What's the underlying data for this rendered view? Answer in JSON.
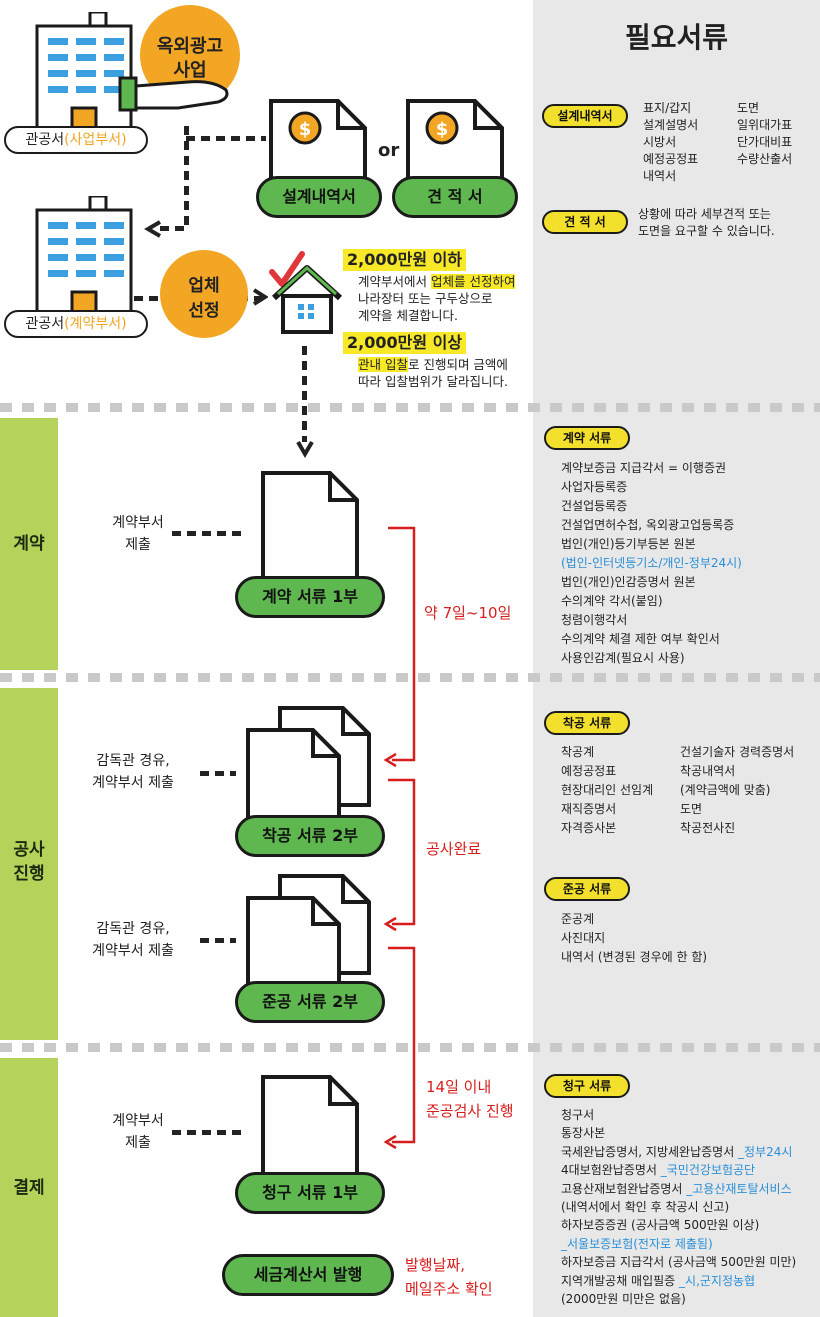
{
  "panel_title": "필요서류",
  "top": {
    "bubble_line1": "옥외광고",
    "bubble_line2": "사업",
    "office1_prefix": "관공서",
    "office1_suffix": "(사업부서)",
    "office2_prefix": "관공서",
    "office2_suffix": "(계약부서)",
    "design_doc": "설계내역서",
    "or_text": "or",
    "estimate_doc": "견 적 서",
    "select_line1": "업체",
    "select_line2": "선정",
    "under_amount": "2,000만원 이하",
    "under_text_1": "계약부서에서 ",
    "under_text_hl": "업체를 선정하여",
    "under_text_2": "나라장터 또는 구두상으로",
    "under_text_3": "계약을 체결합니다.",
    "over_amount": "2,000만원 이상",
    "over_text_hl": "관내 입찰",
    "over_text_1": "로 진행되며 금액에",
    "over_text_2": "따라 입찰범위가 달라집니다."
  },
  "right": {
    "design_label": "설계내역서",
    "design_col1": [
      "표지/갑지",
      "설계설명서",
      "시방서",
      "예정공정표",
      "내역서"
    ],
    "design_col2": [
      "도면",
      "일위대가표",
      "단가대비표",
      "수량산출서"
    ],
    "estimate_label": "견 적 서",
    "estimate_text_1": "상황에 따라 세부견적 또는",
    "estimate_text_2": "도면을 요구할 수 있습니다.",
    "contract_label": "계약 서류",
    "contract_items": [
      {
        "t": "계약보증금 지급각서 = 이행증권",
        "c": ""
      },
      {
        "t": "사업자등록증",
        "c": ""
      },
      {
        "t": "건설업등록증",
        "c": ""
      },
      {
        "t": "건설업면허수첩, 옥외광고업등록증",
        "c": ""
      },
      {
        "t": "법인(개인)등기부등본 원본",
        "c": ""
      },
      {
        "t": "(법인-인터넷등기소/개인-정부24시)",
        "c": "blue"
      },
      {
        "t": "법인(개인)인감증명서 원본",
        "c": ""
      },
      {
        "t": "수의계약 각서(붙임)",
        "c": ""
      },
      {
        "t": "청렴이행각서",
        "c": ""
      },
      {
        "t": "수의계약 체결 제한 여부 확인서",
        "c": ""
      },
      {
        "t": "사용인감계(필요시 사용)",
        "c": ""
      }
    ],
    "start_label": "착공 서류",
    "start_col1": [
      "착공계",
      "예정공정표",
      "현장대리인 선임계",
      "재직증명서",
      "자격증사본"
    ],
    "start_col2": [
      "건설기술자 경력증명서",
      "착공내역서",
      "(계약금액에 맞춤)",
      "도면",
      "착공전사진"
    ],
    "complete_label": "준공 서류",
    "complete_items": [
      "준공계",
      "사진대지",
      "내역서 (변경된 경우에 한 함)"
    ],
    "claim_label": "청구 서류",
    "claim_items": [
      {
        "a": "청구서",
        "b": ""
      },
      {
        "a": "통장사본",
        "b": ""
      },
      {
        "a": "국세완납증명서, 지방세완납증명서 ",
        "b": "_정부24시"
      },
      {
        "a": "4대보험완납증명서 ",
        "b": "_국민건강보험공단"
      },
      {
        "a": "고용산재보험완납증명서 ",
        "b": "_고용산재토탈서비스"
      },
      {
        "a": "(내역서에서 확인 후 착공시 신고)",
        "b": ""
      },
      {
        "a": "하자보증증권 (공사금액 500만원 이상)",
        "b": ""
      },
      {
        "a": "",
        "b": "_서울보증보험(전자로 제출됨)"
      },
      {
        "a": "하자보증금 지급각서 (공사금액 500만원 미만)",
        "b": ""
      },
      {
        "a": "지역개발공채 매입필증 ",
        "b": "_시,군지정농협"
      },
      {
        "a": "(2000만원 미만은 없음)",
        "b": ""
      }
    ]
  },
  "sections": {
    "contract": "계약",
    "construction": "공사\n진행",
    "payment": "결제"
  },
  "flow": {
    "contract_submit": "계약부서\n제출",
    "contract_doc": "계약 서류 1부",
    "contract_days": "약 7일~10일",
    "start_submit": "감독관 경유,\n계약부서 제출",
    "start_doc": "착공 서류 2부",
    "work_done": "공사완료",
    "complete_submit": "감독관 경유,\n계약부서 제출",
    "complete_doc": "준공 서류 2부",
    "inspect_1": "14일 이내",
    "inspect_2": "준공검사 진행",
    "claim_submit": "계약부서\n제출",
    "claim_doc": "청구 서류 1부",
    "tax_invoice": "세금계산서 발행",
    "tax_note_1": "발행날짜,",
    "tax_note_2": "메일주소 확인"
  },
  "colors": {
    "green": "#5fb84f",
    "lime": "#b5d35a",
    "yellow": "#f3e02c",
    "orange": "#f2a623",
    "red": "#d81d1d",
    "blue": "#2a8fd6"
  }
}
